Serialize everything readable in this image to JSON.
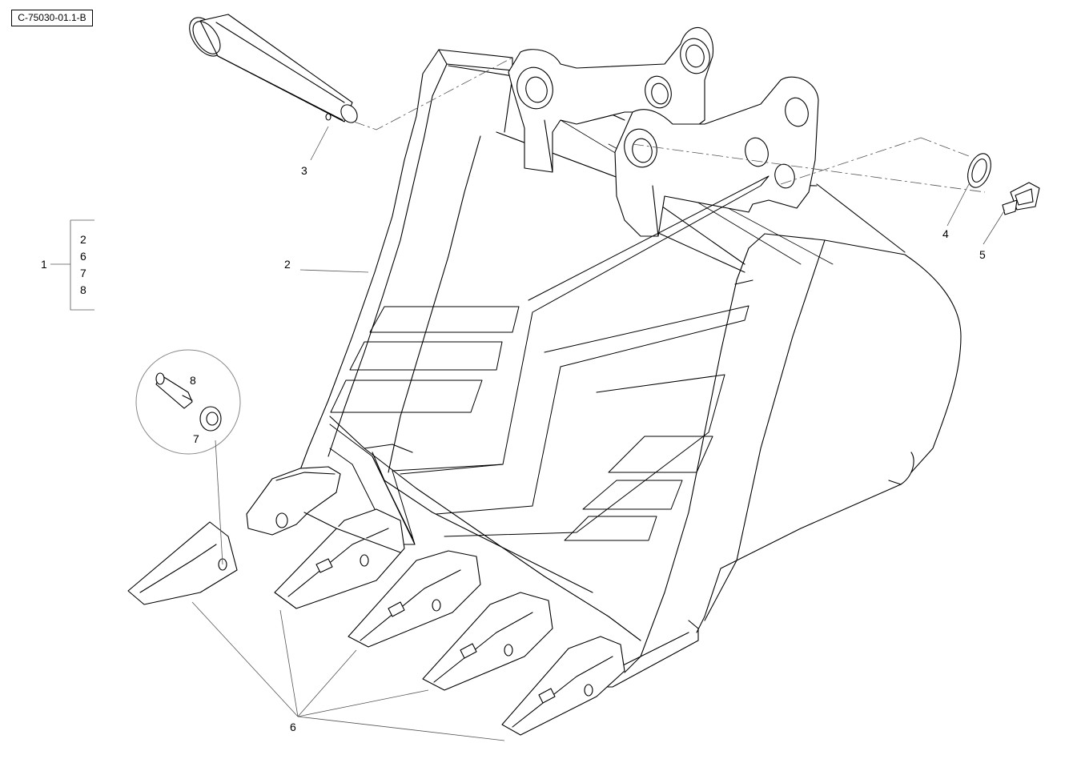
{
  "drawing_ref": "C-75030-01.1-B",
  "callouts": {
    "c1": "1",
    "c2": "2",
    "c3": "3",
    "c4": "4",
    "c5": "5",
    "c6": "6",
    "c7": "7",
    "c8": "8"
  },
  "kit_items": [
    "2",
    "6",
    "7",
    "8"
  ],
  "colors": {
    "line": "#000000",
    "leader": "#555555",
    "detail_circle": "#888888"
  }
}
